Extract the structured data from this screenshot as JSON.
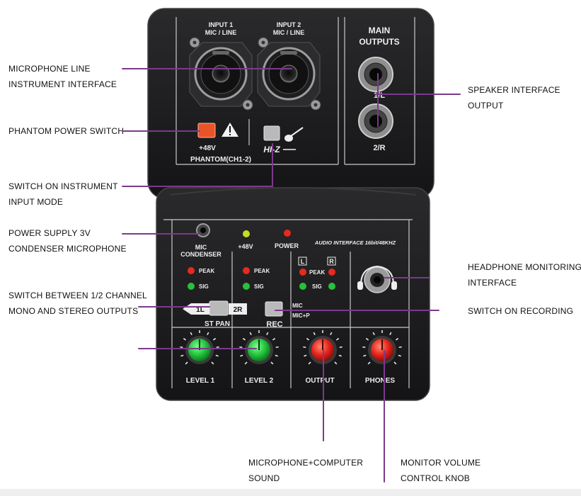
{
  "callouts": {
    "mic_line": [
      "MICROPHONE LINE",
      "INSTRUMENT INTERFACE"
    ],
    "phantom_switch": [
      "PHANTOM POWER SWITCH"
    ],
    "instrument_mode": [
      "SWITCH ON INSTRUMENT",
      "INPUT MODE"
    ],
    "power_supply": [
      "POWER SUPPLY 3V",
      "CONDENSER MICROPHONE"
    ],
    "mono_stereo": [
      "SWITCH BETWEEN 1/2 CHANNEL",
      "MONO AND STEREO OUTPUTS"
    ],
    "speaker": [
      "SPEAKER INTERFACE",
      "OUTPUT"
    ],
    "headphone": [
      "HEADPHONE MONITORING",
      "INTERFACE"
    ],
    "recording": [
      "SWITCH ON RECORDING"
    ],
    "mic_computer": [
      "MICROPHONE+COMPUTER",
      "SOUND"
    ],
    "monitor_volume": [
      "MONITOR VOLUME",
      "CONTROL KNOB"
    ]
  },
  "device": {
    "input1": [
      "INPUT 1",
      "MIC / LINE"
    ],
    "input2": [
      "INPUT 2",
      "MIC / LINE"
    ],
    "main_outputs": [
      "MAIN",
      "OUTPUTS"
    ],
    "out_1l": "1/L",
    "out_2r": "2/R",
    "phantom_48v": "+48V",
    "phantom_ch": "PHANTOM(CH1-2)",
    "hiz": "HI-Z",
    "mic_condenser": [
      "MIC",
      "CONDENSER"
    ],
    "led_48v": "+48V",
    "led_power": "POWER",
    "audio_interface": "AUDIO INTERFACE 16bit/48KHZ",
    "peak": "PEAK",
    "sig": "SIG",
    "left": "L",
    "right": "R",
    "sw_1l": "1L",
    "sw_2r": "2R",
    "st_pan": "ST PAN",
    "rec": "REC",
    "rec_mic": "MIC",
    "rec_micp": "MIC+P",
    "level1": "LEVEL 1",
    "level2": "LEVEL 2",
    "output": "OUTPUT",
    "phones": "PHONES"
  },
  "colors": {
    "leader_line": "#7b3a8c",
    "body": "#1b1b1d",
    "knob_green": "#22c23c",
    "knob_red": "#e4221b",
    "phantom_button": "#e8542a",
    "led_red": "#e62a1e",
    "led_green": "#27c23a",
    "led_yellow": "#c6dd24"
  }
}
